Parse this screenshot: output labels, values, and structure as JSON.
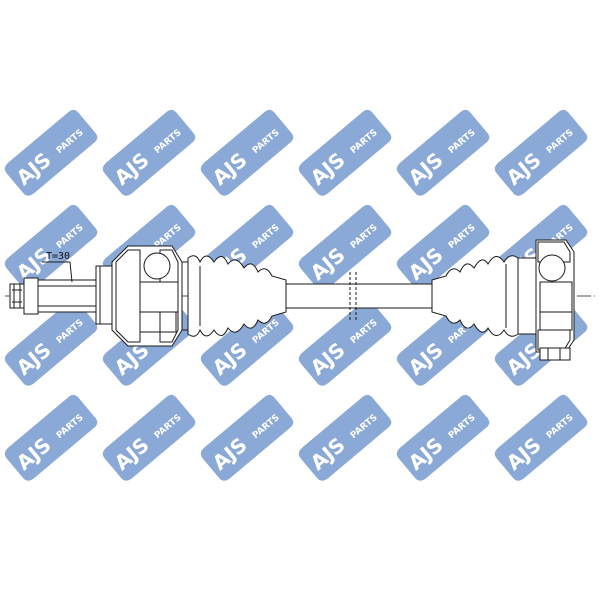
{
  "watermark": {
    "brand": "AJS",
    "suffix": "PARTS",
    "color": "#2b63b6"
  },
  "drawing": {
    "thread_label": "T=30",
    "line_color": "#1a1a1a"
  }
}
